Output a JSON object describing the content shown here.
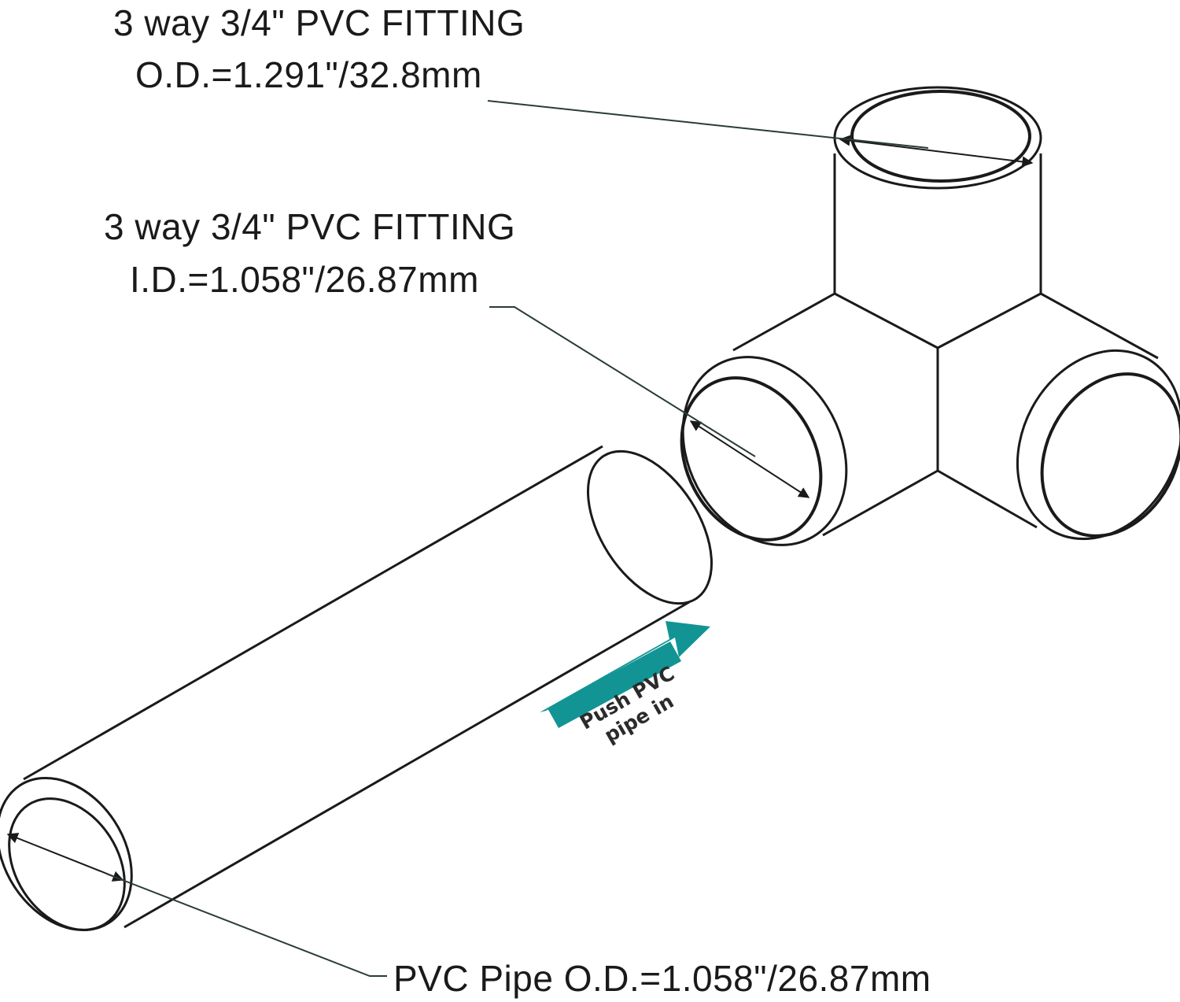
{
  "labels": {
    "od_fitting_line1": "3 way 3/4\" PVC FITTING",
    "od_fitting_line2": "O.D.=1.291\"/32.8mm",
    "id_fitting_line1": "3 way 3/4\" PVC FITTING",
    "id_fitting_line2": "I.D.=1.058\"/26.87mm",
    "pipe_od": "PVC Pipe O.D.=1.058\"/26.87mm",
    "push_line1": "Push PVC",
    "push_line2": "pipe in"
  },
  "colors": {
    "outline": "#1a1a1a",
    "leader": "#2a3b3b",
    "arrow": "#129494",
    "background": "#ffffff"
  }
}
